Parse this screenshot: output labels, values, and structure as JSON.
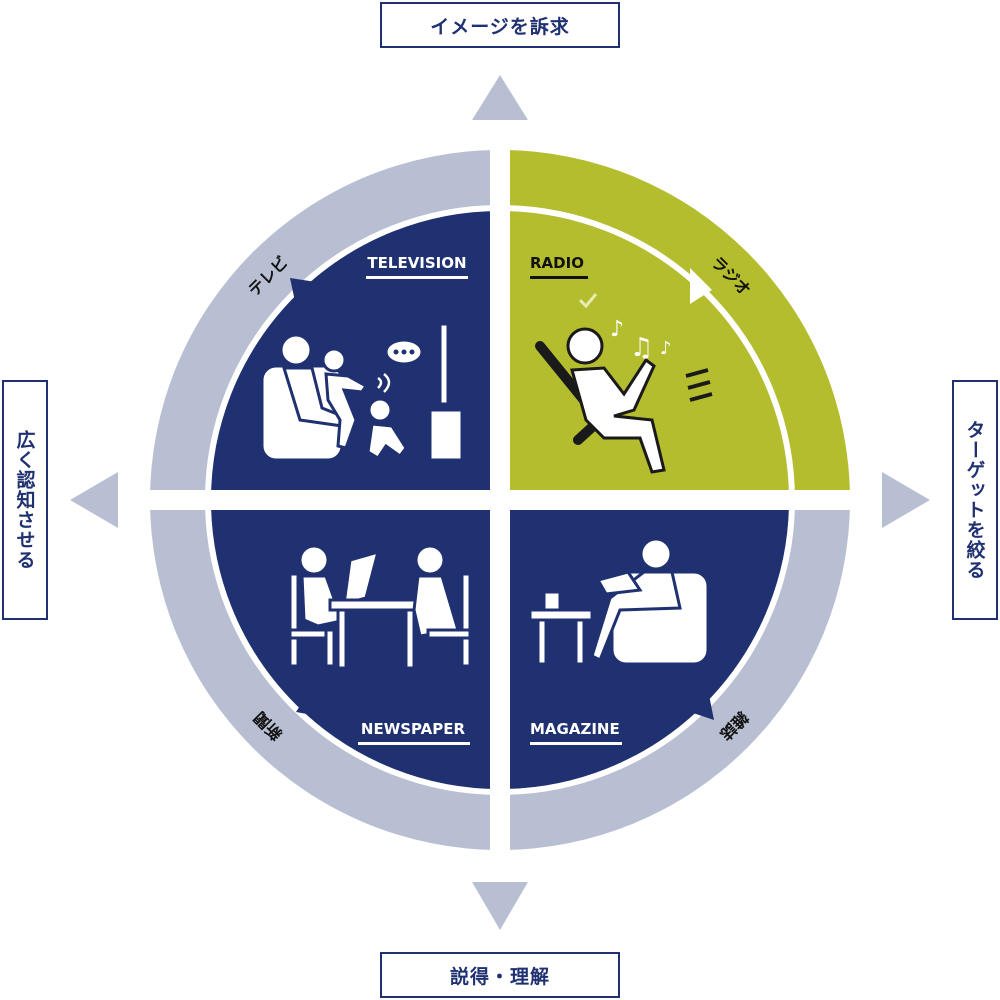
{
  "axes": {
    "top": "イメージを訴求",
    "bottom": "説得・理解",
    "left": "広く認知させる",
    "right": "ターゲットを絞る"
  },
  "quadrants": {
    "tv": {
      "title": "TELEVISION",
      "ring_label": "テレビ",
      "color": "#1f3170"
    },
    "radio": {
      "title": "RADIO",
      "ring_label": "ラジオ",
      "color": "#b4bd2e"
    },
    "newspaper": {
      "title": "NEWSPAPER",
      "ring_label": "新聞",
      "color": "#1f3170"
    },
    "magazine": {
      "title": "MAGAZINE",
      "ring_label": "雑誌",
      "color": "#1f3170"
    }
  },
  "colors": {
    "navy": "#1f3170",
    "olive": "#b4bd2e",
    "ring": "#b9bfd3"
  }
}
